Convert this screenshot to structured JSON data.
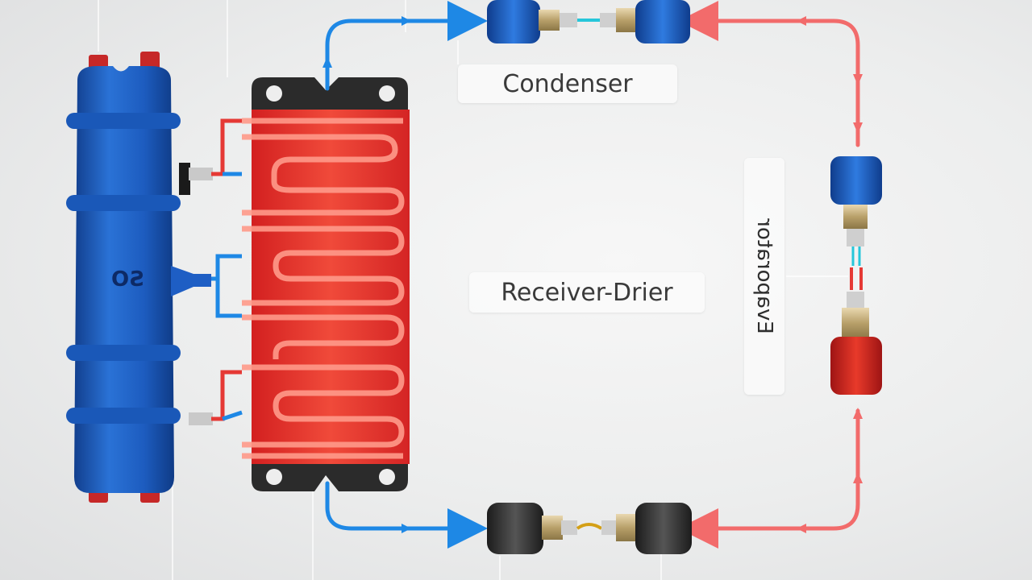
{
  "labels": {
    "condenser": "Condenser",
    "receiver_drier": "Receiver-Drier",
    "vertical_mirrored": "Evaporator",
    "compressor_marking": "SO"
  },
  "colors": {
    "hot_line": "#f26b6b",
    "cold_line": "#1e88e5",
    "compressor_body": "#1f5fbf",
    "condenser_body": "#e53935",
    "frame": "#2b2b2b"
  },
  "components": {
    "compressor": "blue cylindrical tank",
    "condenser": "red serpentine coil",
    "top_fitting": "blue quick-connect coupling",
    "bottom_fitting": "black quick-connect coupling",
    "right_fitting": "blue/red valve assembly"
  }
}
